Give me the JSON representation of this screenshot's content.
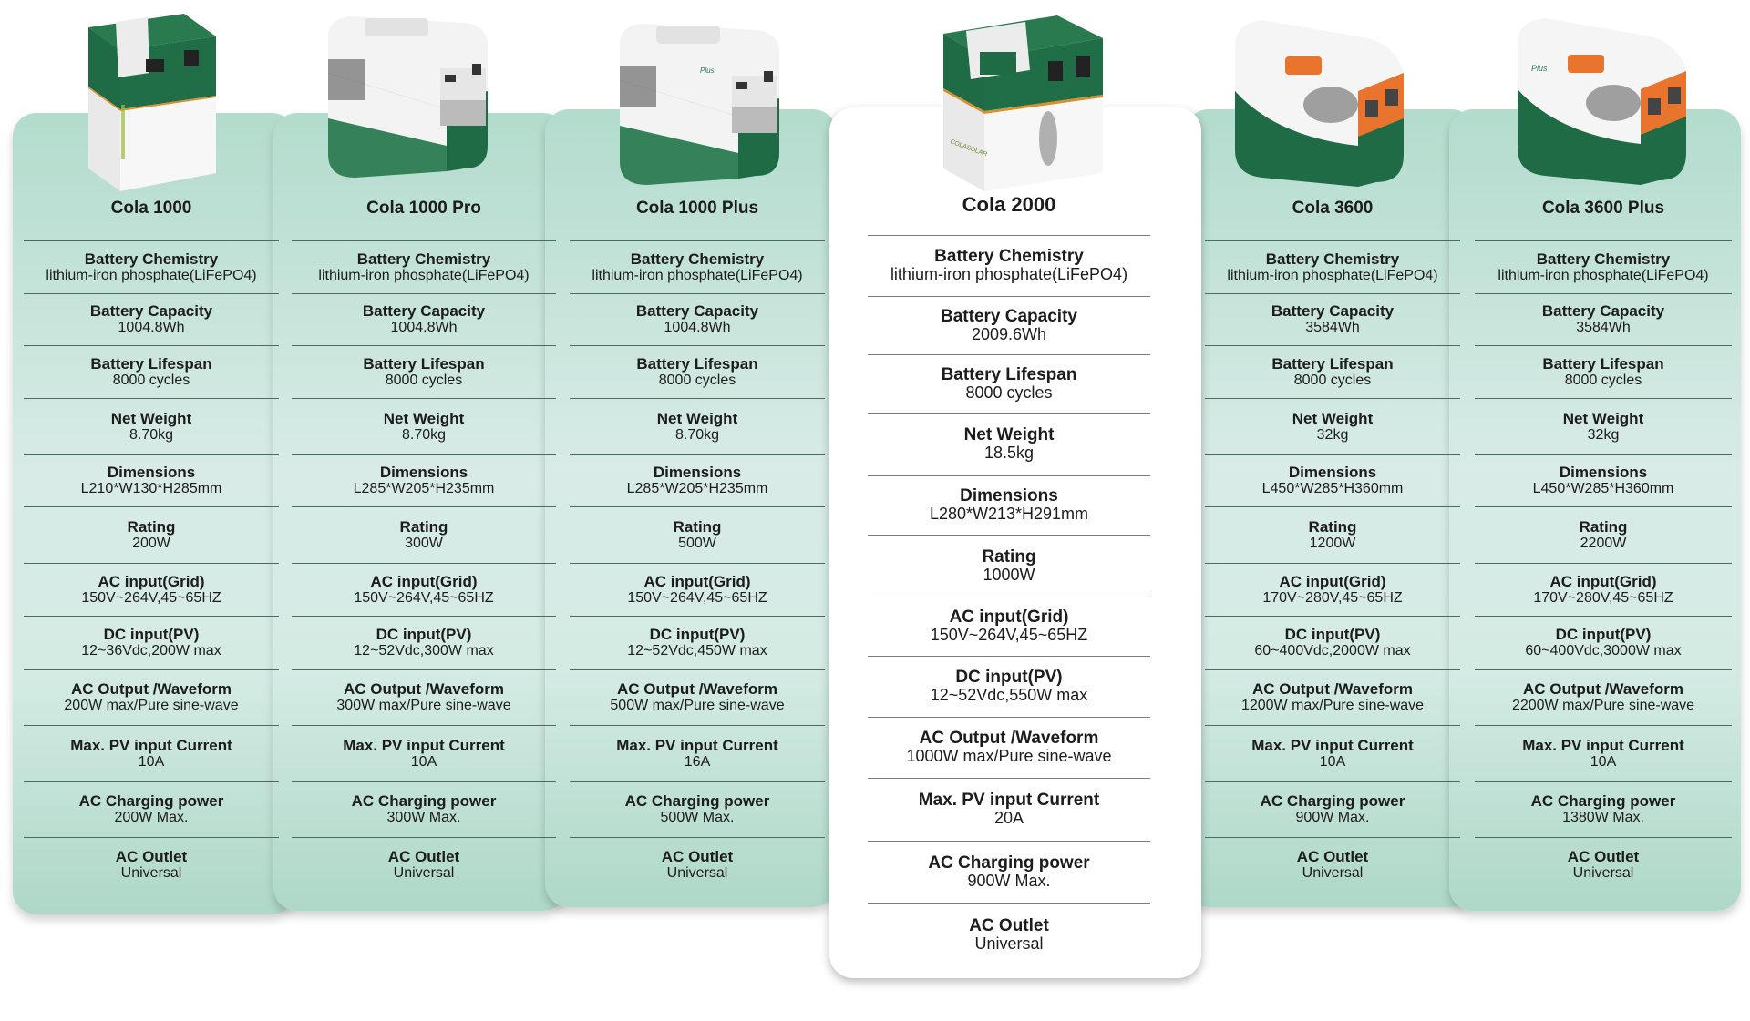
{
  "colors": {
    "card_green": "#b3dccd",
    "card_featured": "#ffffff",
    "device_green": "#1e6b45",
    "device_white": "#f4f4f4",
    "device_orange": "#e8742e",
    "divider": "#4b6a60"
  },
  "spec_labels": [
    "Battery Chemistry",
    "Battery Capacity",
    "Battery Lifespan",
    "Net Weight",
    "Dimensions",
    "Rating",
    "AC input(Grid)",
    "DC input(PV)",
    "AC Output /Waveform",
    "Max. PV input Current",
    "AC Charging power",
    "AC Outlet"
  ],
  "products": [
    {
      "name": "Cola 1000",
      "image": "tower-power-station-icon",
      "specs": [
        "lithium-iron phosphate(LiFePO4)",
        "1004.8Wh",
        "8000 cycles",
        "8.70kg",
        "L210*W130*H285mm",
        "200W",
        "150V~264V,45~65HZ",
        "12~36Vdc,200W max",
        "200W max/Pure sine-wave",
        "10A",
        "200W Max.",
        "Universal"
      ]
    },
    {
      "name": "Cola 1000 Pro",
      "image": "portable-power-station-icon",
      "specs": [
        "lithium-iron phosphate(LiFePO4)",
        "1004.8Wh",
        "8000 cycles",
        "8.70kg",
        "L285*W205*H235mm",
        "300W",
        "150V~264V,45~65HZ",
        "12~52Vdc,300W max",
        "300W max/Pure sine-wave",
        "10A",
        "300W Max.",
        "Universal"
      ]
    },
    {
      "name": "Cola 1000 Plus",
      "image": "portable-power-station-plus-icon",
      "specs": [
        "lithium-iron phosphate(LiFePO4)",
        "1004.8Wh",
        "8000 cycles",
        "8.70kg",
        "L285*W205*H235mm",
        "500W",
        "150V~264V,45~65HZ",
        "12~52Vdc,450W max",
        "500W max/Pure sine-wave",
        "16A",
        "500W Max.",
        "Universal"
      ]
    },
    {
      "name": "Cola 2000",
      "image": "tower-power-station-icon",
      "featured": true,
      "specs": [
        "lithium-iron phosphate(LiFePO4)",
        "2009.6Wh",
        "8000 cycles",
        "18.5kg",
        "L280*W213*H291mm",
        "1000W",
        "150V~264V,45~65HZ",
        "12~52Vdc,550W max",
        "1000W max/Pure sine-wave",
        "20A",
        "900W Max.",
        "Universal"
      ]
    },
    {
      "name": "Cola 3600",
      "image": "large-power-station-icon",
      "specs": [
        "lithium-iron phosphate(LiFePO4)",
        "3584Wh",
        "8000 cycles",
        "32kg",
        "L450*W285*H360mm",
        "1200W",
        "170V~280V,45~65HZ",
        "60~400Vdc,2000W max",
        "1200W max/Pure sine-wave",
        "10A",
        "900W Max.",
        "Universal"
      ]
    },
    {
      "name": "Cola 3600 Plus",
      "image": "large-power-station-plus-icon",
      "specs": [
        "lithium-iron phosphate(LiFePO4)",
        "3584Wh",
        "8000 cycles",
        "32kg",
        "L450*W285*H360mm",
        "2200W",
        "170V~280V,45~65HZ",
        "60~400Vdc,3000W max",
        "2200W max/Pure sine-wave",
        "10A",
        "1380W Max.",
        "Universal"
      ]
    }
  ]
}
